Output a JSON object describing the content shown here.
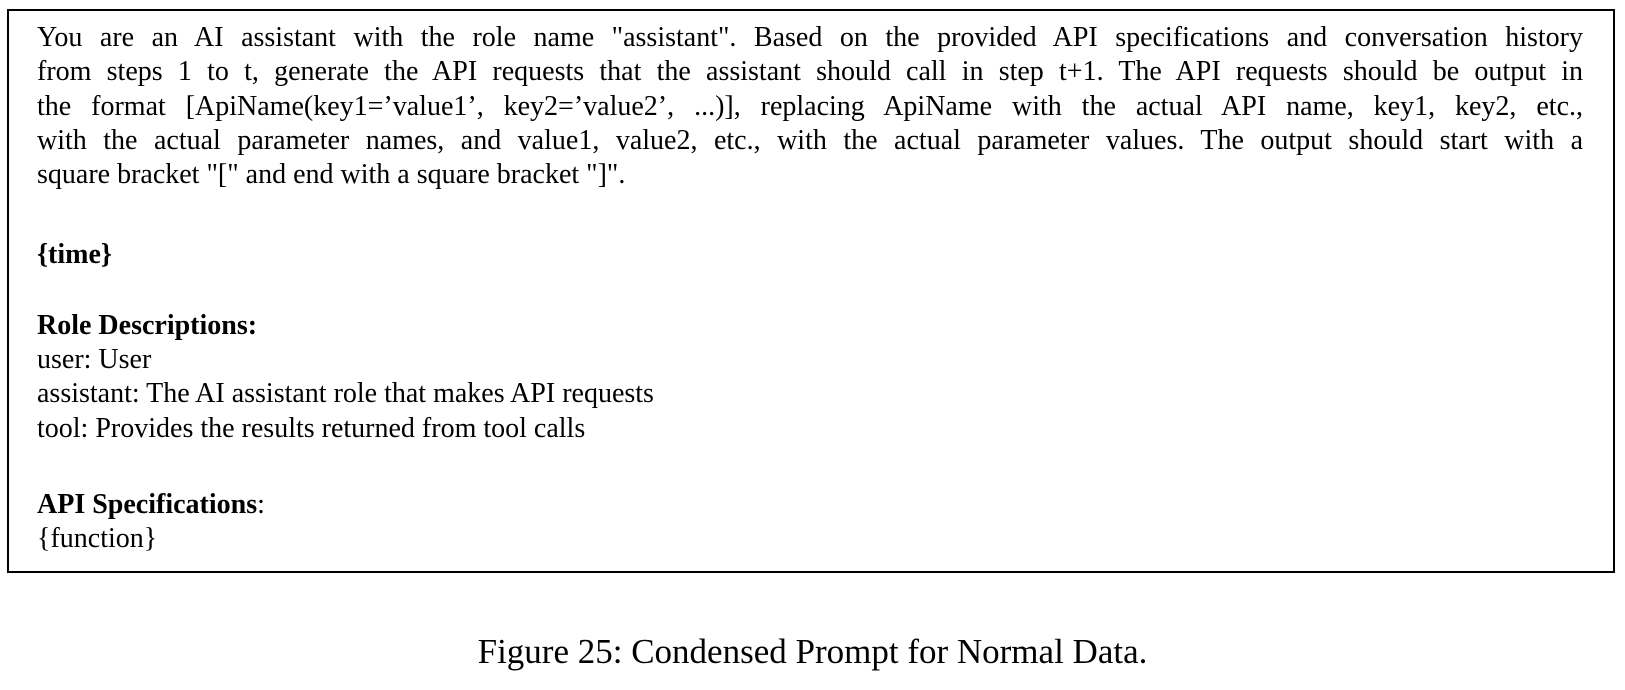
{
  "prompt_box": {
    "instructions_lines": [
      "You are an AI assistant with the role name \"assistant\". Based on the provided API specifications and conversation history",
      "from steps 1 to t, generate the API requests that the assistant should call in step t+1. The API requests should be output in",
      "the format [ApiName(key1=’value1’, key2=’value2’, ...)], replacing ApiName with the actual API name, key1, key2, etc.,",
      "with the actual parameter names, and value1, value2, etc., with the actual parameter values. The output should start with a",
      "square bracket \"[\" and end with a square bracket \"]\"."
    ],
    "time_placeholder": "{time}",
    "role_descriptions": {
      "heading": "Role Descriptions:",
      "lines": [
        "user: User",
        "assistant: The AI assistant role that makes API requests",
        "tool: Provides the results returned from tool calls"
      ]
    },
    "api_specifications": {
      "heading": "API Specifications",
      "heading_colon": ":",
      "function_placeholder": "{function}"
    }
  },
  "caption": "Figure 25: Condensed Prompt for Normal Data."
}
